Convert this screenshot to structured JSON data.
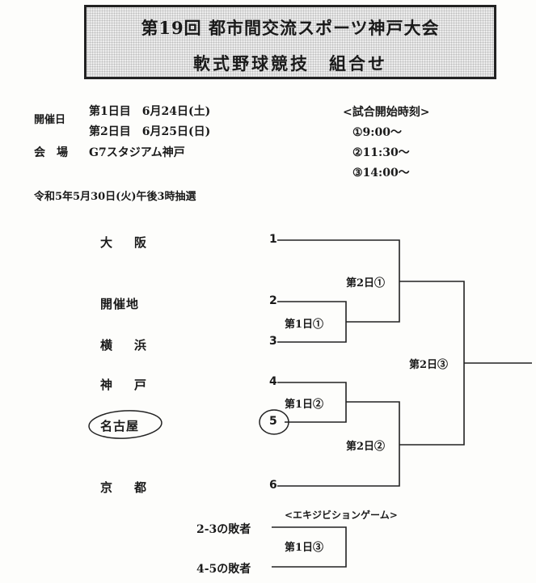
{
  "title": {
    "line1": "第19回 都市間交流スポーツ神戸大会",
    "line2": "軟式野球競技　組合せ"
  },
  "info": {
    "dates_label": "開催日",
    "day1": "第1日目　6月24日(土)",
    "day2": "第2日目　6月25日(日)",
    "venue_label": "会　場",
    "venue": "G7スタジアム神戸",
    "draw_note": "令和5年5月30日(火)午後3時抽選"
  },
  "start_times": {
    "heading": "<試合開始時刻>",
    "times": [
      "①9:00〜",
      "②11:30〜",
      "③14:00〜"
    ]
  },
  "teams": [
    "大　阪",
    "開催地",
    "横　浜",
    "神　戸",
    "名古屋",
    "京　都"
  ],
  "seeds": [
    "1",
    "2",
    "3",
    "4",
    "5",
    "6"
  ],
  "matches": {
    "d1_1": "第1日①",
    "d1_2": "第1日②",
    "d2_1": "第2日①",
    "d2_2": "第2日②",
    "d2_3": "第2日③",
    "d1_3": "第1日③"
  },
  "exhibition": {
    "heading": "<エキジビションゲーム>",
    "loser1": "2-3の敗者",
    "loser2": "4-5の敗者"
  }
}
